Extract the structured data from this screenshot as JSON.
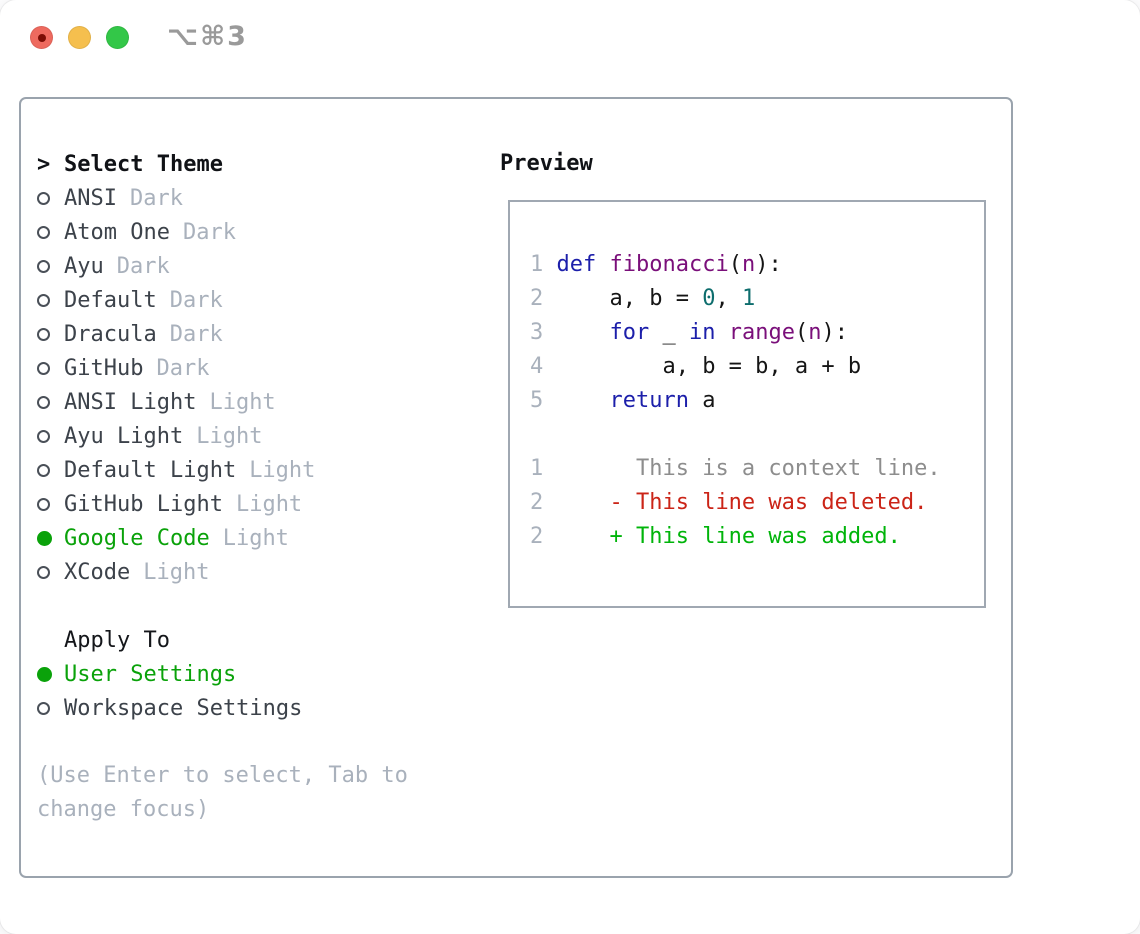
{
  "window": {
    "title": "⌥⌘3",
    "traffic_lights": [
      {
        "name": "close"
      },
      {
        "name": "minimize"
      },
      {
        "name": "zoom"
      }
    ]
  },
  "theme_selector": {
    "cursor": ">",
    "header": "Select Theme",
    "themes": [
      {
        "name": "ANSI",
        "variant": "Dark",
        "selected": false
      },
      {
        "name": "Atom One",
        "variant": "Dark",
        "selected": false
      },
      {
        "name": "Ayu",
        "variant": "Dark",
        "selected": false
      },
      {
        "name": "Default",
        "variant": "Dark",
        "selected": false
      },
      {
        "name": "Dracula",
        "variant": "Dark",
        "selected": false
      },
      {
        "name": "GitHub",
        "variant": "Dark",
        "selected": false
      },
      {
        "name": "ANSI Light",
        "variant": "Light",
        "selected": false
      },
      {
        "name": "Ayu Light",
        "variant": "Light",
        "selected": false
      },
      {
        "name": "Default Light",
        "variant": "Light",
        "selected": false
      },
      {
        "name": "GitHub Light",
        "variant": "Light",
        "selected": false
      },
      {
        "name": "Google Code",
        "variant": "Light",
        "selected": true
      },
      {
        "name": "XCode",
        "variant": "Light",
        "selected": false
      }
    ],
    "apply_to": {
      "header": "Apply To",
      "options": [
        {
          "label": "User Settings",
          "selected": true
        },
        {
          "label": "Workspace Settings",
          "selected": false
        }
      ]
    },
    "hint": "(Use Enter to select, Tab to change focus)"
  },
  "preview": {
    "header": "Preview",
    "code_lines": [
      {
        "num": "1",
        "tokens": [
          {
            "t": "def ",
            "c": "kw"
          },
          {
            "t": "fibonacci",
            "c": "fn"
          },
          {
            "t": "(",
            "c": "pl"
          },
          {
            "t": "n",
            "c": "fn"
          },
          {
            "t": "):",
            "c": "pl"
          }
        ]
      },
      {
        "num": "2",
        "tokens": [
          {
            "t": "    a, b = ",
            "c": "pl"
          },
          {
            "t": "0",
            "c": "num"
          },
          {
            "t": ", ",
            "c": "pl"
          },
          {
            "t": "1",
            "c": "num"
          }
        ]
      },
      {
        "num": "3",
        "tokens": [
          {
            "t": "    ",
            "c": "pl"
          },
          {
            "t": "for",
            "c": "kw"
          },
          {
            "t": " _ ",
            "c": "pl"
          },
          {
            "t": "in",
            "c": "kw"
          },
          {
            "t": " ",
            "c": "pl"
          },
          {
            "t": "range",
            "c": "fn"
          },
          {
            "t": "(",
            "c": "pl"
          },
          {
            "t": "n",
            "c": "fn"
          },
          {
            "t": "):",
            "c": "pl"
          }
        ]
      },
      {
        "num": "4",
        "tokens": [
          {
            "t": "        a, b = b, a + b",
            "c": "pl"
          }
        ]
      },
      {
        "num": "5",
        "tokens": [
          {
            "t": "    ",
            "c": "pl"
          },
          {
            "t": "return",
            "c": "kw"
          },
          {
            "t": " a",
            "c": "pl"
          }
        ]
      }
    ],
    "diff_lines": [
      {
        "num": "1",
        "tokens": [
          {
            "t": "      This is a context line.",
            "c": "ctx"
          }
        ]
      },
      {
        "num": "2",
        "tokens": [
          {
            "t": "    - This line was deleted.",
            "c": "del"
          }
        ]
      },
      {
        "num": "2",
        "tokens": [
          {
            "t": "    + This line was added.",
            "c": "add"
          }
        ]
      }
    ]
  },
  "colors": {
    "accent-green": "#0aa20a",
    "keyword": "#1c1faa",
    "function-name": "#7a0f7a",
    "number-literal": "#0d6d6d",
    "plain-code": "#151515",
    "context-line": "#8d8d8d",
    "deleted-line": "#cb2417",
    "added-line": "#00b40a",
    "muted-text": "#a9b1bc",
    "item-text": "#3c424a",
    "panel-border": "#9aa3ad"
  }
}
